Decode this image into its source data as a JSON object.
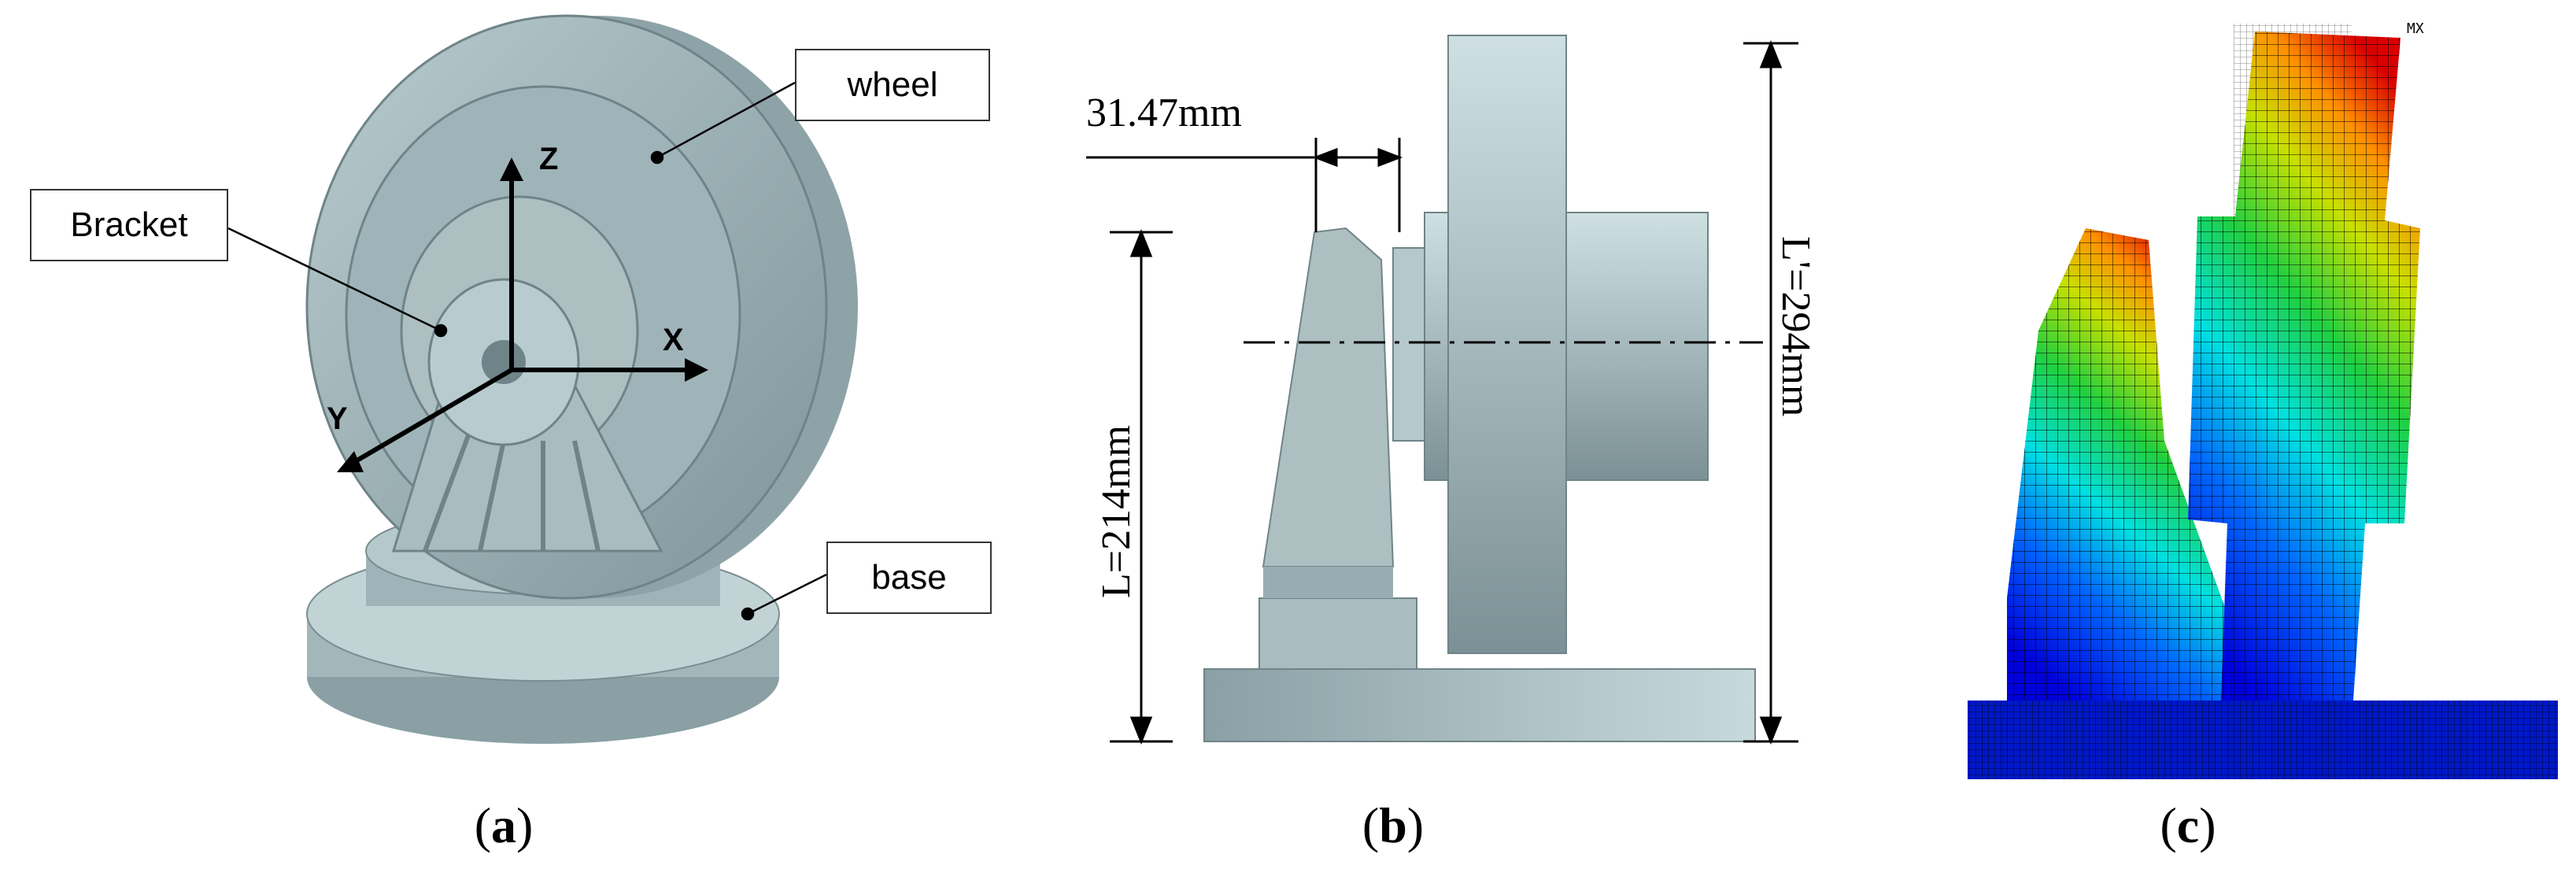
{
  "panel_a": {
    "callouts": {
      "wheel": "wheel",
      "bracket": "Bracket",
      "base": "base"
    },
    "axes": {
      "z": "Z",
      "x": "X",
      "y": "Y"
    },
    "caption": {
      "open": "(",
      "letter": "a",
      "close": ")"
    }
  },
  "panel_b": {
    "offset_dim": "31.47mm",
    "bracket_height_dim": "L=214mm",
    "total_height_dim": "L'=294mm",
    "caption": {
      "open": "(",
      "letter": "b",
      "close": ")"
    }
  },
  "panel_c": {
    "max_marker": "MX",
    "caption": {
      "open": "(",
      "letter": "c",
      "close": ")"
    }
  },
  "colors": {
    "model_fill": "#9fb4b8",
    "model_dark": "#6f8488",
    "line": "#000000"
  }
}
